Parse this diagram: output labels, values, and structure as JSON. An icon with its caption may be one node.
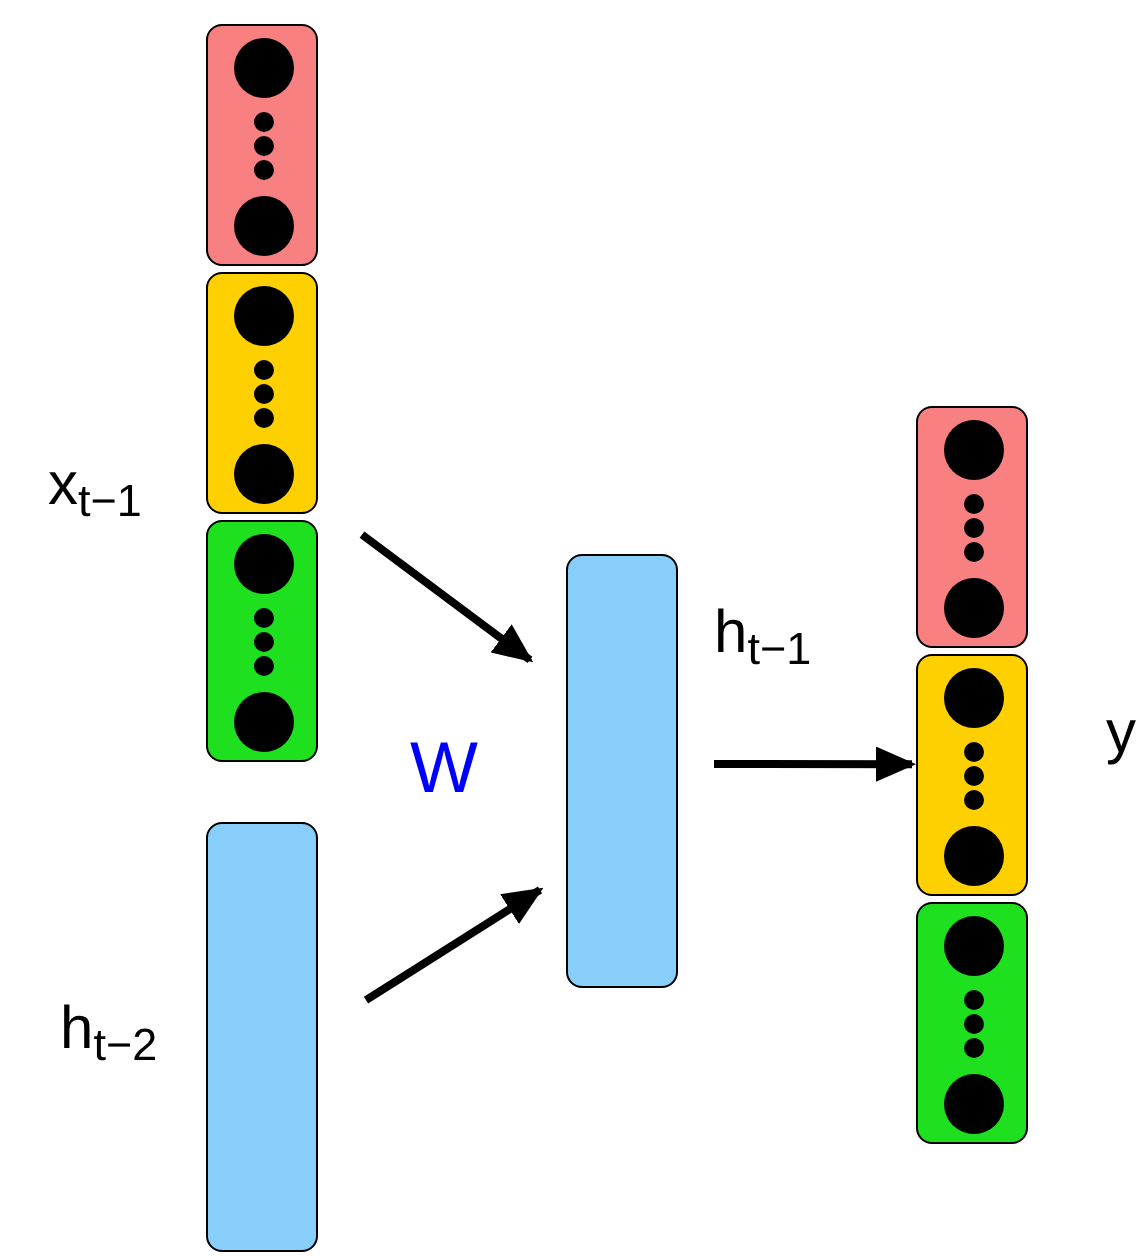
{
  "diagram": {
    "nodes": [
      {
        "text": [],
        "shape": "box",
        "beside": [
          "x$_{t−1}$"
        ]
      },
      {
        "text": [],
        "shape": "box",
        "in": 0
      },
      {
        "text": [],
        "shape": "box",
        "in": 0
      },
      {
        "text": [],
        "shape": "box",
        "in": 0
      },
      {
        "text": [],
        "shape": "box",
        "beside": [
          "h$_{t−2}$"
        ]
      },
      {
        "text": [],
        "shape": "box",
        "beside": [
          "h$_{t−1}$"
        ]
      },
      {
        "text": [],
        "shape": "box",
        "beside": [
          "y"
        ]
      },
      {
        "text": [],
        "shape": "box",
        "in": 6
      },
      {
        "text": [],
        "shape": "box",
        "in": 6
      },
      {
        "text": [],
        "shape": "box",
        "in": 6
      }
    ],
    "edges": [
      {
        "from": 0,
        "to": 5,
        "arrow": "to"
      },
      {
        "from": 4,
        "to": 5,
        "arrow": "to"
      },
      {
        "from": 5,
        "to": 6,
        "arrow": "to"
      }
    ],
    "labels": [
      "W"
    ]
  }
}
